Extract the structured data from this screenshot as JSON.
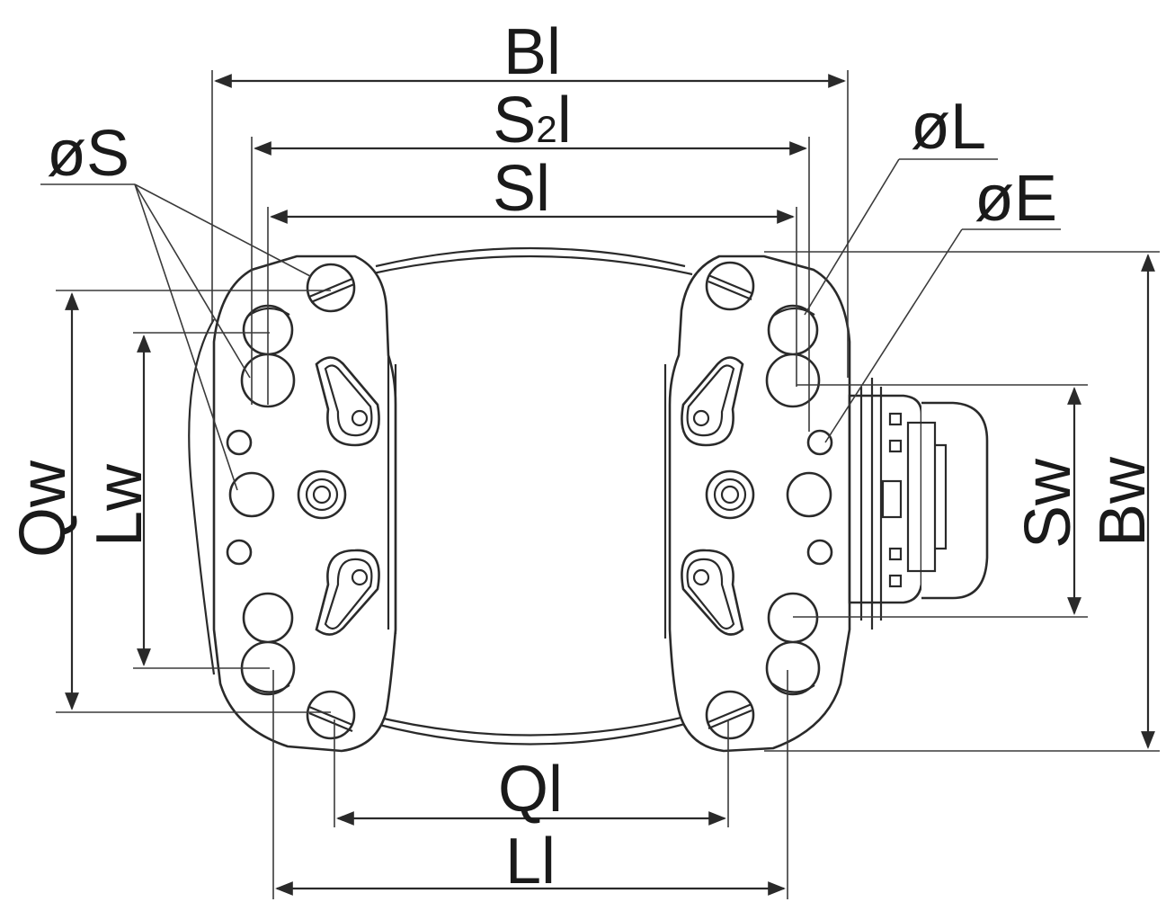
{
  "labels": {
    "bl": "Bl",
    "s2l_main": "S",
    "s2l_sub": "2",
    "s2l_tail": "l",
    "sl": "Sl",
    "ql": "Ql",
    "ll": "Ll",
    "phi_s": "øS",
    "phi_l": "øL",
    "phi_e": "øE",
    "qw": "Qw",
    "lw": "Lw",
    "sw": "Sw",
    "bw": "Bw"
  },
  "colors": {
    "line": "#2a2a2a",
    "background": "#ffffff"
  }
}
